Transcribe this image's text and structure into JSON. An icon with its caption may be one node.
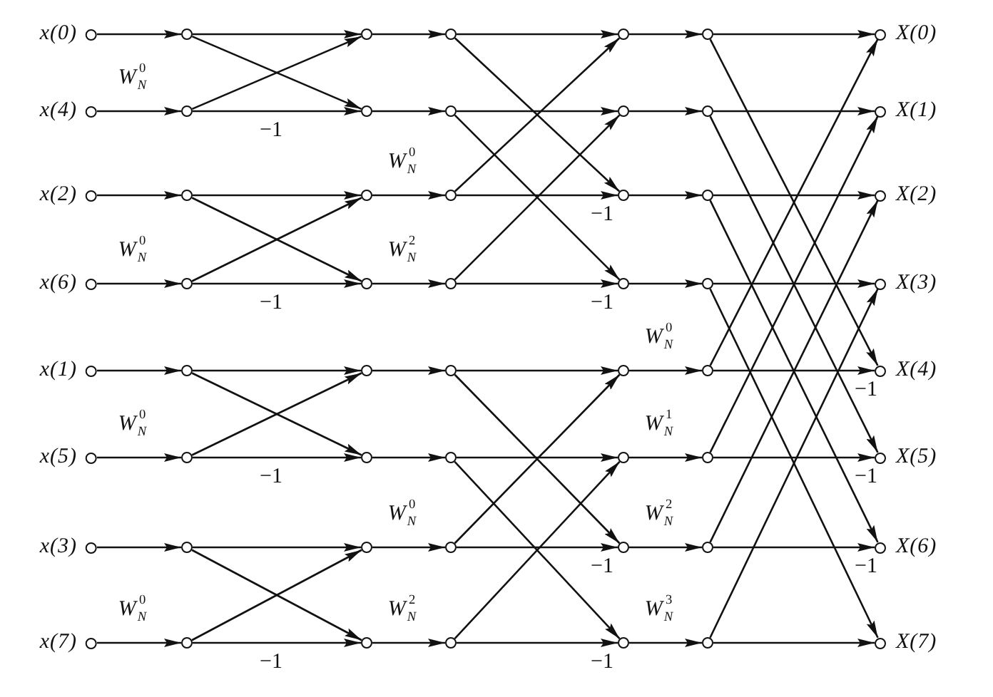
{
  "diagram": {
    "nodes": [
      {
        "text": [
          "x(0)"
        ]
      },
      {
        "text": [
          "x(4)"
        ]
      },
      {
        "text": [
          "x(2)"
        ]
      },
      {
        "text": [
          "x(6)"
        ]
      },
      {
        "text": [
          "x(1)"
        ]
      },
      {
        "text": [
          "x(5)"
        ]
      },
      {
        "text": [
          "x(3)"
        ]
      },
      {
        "text": [
          "x(7)"
        ]
      },
      {
        "text": [],
        "shape": "circle"
      },
      {
        "text": [],
        "shape": "circle"
      },
      {
        "text": [],
        "shape": "circle"
      },
      {
        "text": [],
        "shape": "circle"
      },
      {
        "text": [],
        "shape": "circle"
      },
      {
        "text": [],
        "shape": "circle"
      },
      {
        "text": [],
        "shape": "circle"
      },
      {
        "text": [],
        "shape": "circle"
      },
      {
        "text": [],
        "shape": "circle"
      },
      {
        "text": [],
        "shape": "circle"
      },
      {
        "text": [],
        "shape": "circle"
      },
      {
        "text": [],
        "shape": "circle"
      },
      {
        "text": [],
        "shape": "circle"
      },
      {
        "text": [],
        "shape": "circle"
      },
      {
        "text": [],
        "shape": "circle"
      },
      {
        "text": [],
        "shape": "circle"
      },
      {
        "text": [],
        "shape": "circle"
      },
      {
        "text": [],
        "shape": "circle"
      },
      {
        "text": [],
        "shape": "circle"
      },
      {
        "text": [],
        "shape": "circle"
      },
      {
        "text": [],
        "shape": "circle"
      },
      {
        "text": [],
        "shape": "circle"
      },
      {
        "text": [],
        "shape": "circle"
      },
      {
        "text": [],
        "shape": "circle"
      },
      {
        "text": [],
        "shape": "circle"
      },
      {
        "text": [],
        "shape": "circle"
      },
      {
        "text": [],
        "shape": "circle"
      },
      {
        "text": [],
        "shape": "circle"
      },
      {
        "text": [],
        "shape": "circle"
      },
      {
        "text": [],
        "shape": "circle"
      },
      {
        "text": [],
        "shape": "circle"
      },
      {
        "text": [],
        "shape": "circle"
      },
      {
        "text": [],
        "shape": "circle"
      },
      {
        "text": [],
        "shape": "circle"
      },
      {
        "text": [],
        "shape": "circle"
      },
      {
        "text": [],
        "shape": "circle"
      },
      {
        "text": [],
        "shape": "circle"
      },
      {
        "text": [],
        "shape": "circle"
      },
      {
        "text": [],
        "shape": "circle"
      },
      {
        "text": [],
        "shape": "circle"
      },
      {
        "text": [
          "X(0)"
        ]
      },
      {
        "text": [
          "X(1)"
        ]
      },
      {
        "text": [
          "X(2)"
        ]
      },
      {
        "text": [
          "X(3)"
        ]
      },
      {
        "text": [
          "X(4)"
        ]
      },
      {
        "text": [
          "X(5)"
        ]
      },
      {
        "text": [
          "X(6)"
        ]
      },
      {
        "text": [
          "X(7)"
        ]
      }
    ],
    "edges": [
      {
        "from": 0,
        "to": 8,
        "arrow": "to"
      },
      {
        "from": 1,
        "to": 9,
        "arrow": "to",
        "label": "W$_{N}$$^{0}$"
      },
      {
        "from": 2,
        "to": 10,
        "arrow": "to"
      },
      {
        "from": 3,
        "to": 11,
        "arrow": "to",
        "label": "W$_{N}$$^{0}$"
      },
      {
        "from": 4,
        "to": 12,
        "arrow": "to"
      },
      {
        "from": 5,
        "to": 13,
        "arrow": "to",
        "label": "W$_{N}$$^{0}$"
      },
      {
        "from": 6,
        "to": 14,
        "arrow": "to"
      },
      {
        "from": 7,
        "to": 15,
        "arrow": "to",
        "label": "W$_{N}$$^{0}$"
      },
      {
        "from": 8,
        "to": 16,
        "arrow": "to"
      },
      {
        "from": 8,
        "to": 17,
        "arrow": "to"
      },
      {
        "from": 9,
        "to": 16,
        "arrow": "to"
      },
      {
        "from": 9,
        "to": 17,
        "arrow": "to",
        "label": "−1"
      },
      {
        "from": 10,
        "to": 18,
        "arrow": "to"
      },
      {
        "from": 10,
        "to": 19,
        "arrow": "to"
      },
      {
        "from": 11,
        "to": 18,
        "arrow": "to"
      },
      {
        "from": 11,
        "to": 19,
        "arrow": "to",
        "label": "−1"
      },
      {
        "from": 12,
        "to": 20,
        "arrow": "to"
      },
      {
        "from": 12,
        "to": 21,
        "arrow": "to"
      },
      {
        "from": 13,
        "to": 20,
        "arrow": "to"
      },
      {
        "from": 13,
        "to": 21,
        "arrow": "to",
        "label": "−1"
      },
      {
        "from": 14,
        "to": 22,
        "arrow": "to"
      },
      {
        "from": 14,
        "to": 23,
        "arrow": "to"
      },
      {
        "from": 15,
        "to": 22,
        "arrow": "to"
      },
      {
        "from": 15,
        "to": 23,
        "arrow": "to",
        "label": "−1"
      },
      {
        "from": 16,
        "to": 24,
        "arrow": "to"
      },
      {
        "from": 17,
        "to": 25,
        "arrow": "to"
      },
      {
        "from": 18,
        "to": 26,
        "arrow": "to",
        "label": "W$_{N}$$^{0}$"
      },
      {
        "from": 19,
        "to": 27,
        "arrow": "to",
        "label": "W$_{N}$$^{2}$"
      },
      {
        "from": 20,
        "to": 28,
        "arrow": "to"
      },
      {
        "from": 21,
        "to": 29,
        "arrow": "to"
      },
      {
        "from": 22,
        "to": 30,
        "arrow": "to",
        "label": "W$_{N}$$^{0}$"
      },
      {
        "from": 23,
        "to": 31,
        "arrow": "to",
        "label": "W$_{N}$$^{2}$"
      },
      {
        "from": 24,
        "to": 32,
        "arrow": "to"
      },
      {
        "from": 24,
        "to": 34,
        "arrow": "to"
      },
      {
        "from": 26,
        "to": 32,
        "arrow": "to"
      },
      {
        "from": 26,
        "to": 34,
        "arrow": "to",
        "label": "−1"
      },
      {
        "from": 25,
        "to": 33,
        "arrow": "to"
      },
      {
        "from": 25,
        "to": 35,
        "arrow": "to"
      },
      {
        "from": 27,
        "to": 33,
        "arrow": "to"
      },
      {
        "from": 27,
        "to": 35,
        "arrow": "to",
        "label": "−1"
      },
      {
        "from": 28,
        "to": 36,
        "arrow": "to"
      },
      {
        "from": 28,
        "to": 38,
        "arrow": "to"
      },
      {
        "from": 30,
        "to": 36,
        "arrow": "to"
      },
      {
        "from": 30,
        "to": 38,
        "arrow": "to",
        "label": "−1"
      },
      {
        "from": 29,
        "to": 37,
        "arrow": "to"
      },
      {
        "from": 29,
        "to": 39,
        "arrow": "to"
      },
      {
        "from": 31,
        "to": 37,
        "arrow": "to"
      },
      {
        "from": 31,
        "to": 39,
        "arrow": "to",
        "label": "−1"
      },
      {
        "from": 32,
        "to": 40,
        "arrow": "to"
      },
      {
        "from": 33,
        "to": 41,
        "arrow": "to"
      },
      {
        "from": 34,
        "to": 42,
        "arrow": "to"
      },
      {
        "from": 35,
        "to": 43,
        "arrow": "to"
      },
      {
        "from": 36,
        "to": 44,
        "arrow": "to",
        "label": "W$_{N}$$^{0}$"
      },
      {
        "from": 37,
        "to": 45,
        "arrow": "to",
        "label": "W$_{N}$$^{1}$"
      },
      {
        "from": 38,
        "to": 46,
        "arrow": "to",
        "label": "W$_{N}$$^{2}$"
      },
      {
        "from": 39,
        "to": 47,
        "arrow": "to",
        "label": "W$_{N}$$^{3}$"
      },
      {
        "from": 40,
        "to": 48,
        "arrow": "to"
      },
      {
        "from": 40,
        "to": 52,
        "arrow": "to"
      },
      {
        "from": 44,
        "to": 48,
        "arrow": "to"
      },
      {
        "from": 44,
        "to": 52,
        "arrow": "to",
        "label": "−1"
      },
      {
        "from": 41,
        "to": 49,
        "arrow": "to"
      },
      {
        "from": 41,
        "to": 53,
        "arrow": "to"
      },
      {
        "from": 45,
        "to": 49,
        "arrow": "to"
      },
      {
        "from": 45,
        "to": 53,
        "arrow": "to",
        "label": "−1"
      },
      {
        "from": 42,
        "to": 50,
        "arrow": "to"
      },
      {
        "from": 42,
        "to": 54,
        "arrow": "to"
      },
      {
        "from": 46,
        "to": 50,
        "arrow": "to"
      },
      {
        "from": 46,
        "to": 54,
        "arrow": "to",
        "label": "−1"
      },
      {
        "from": 43,
        "to": 51,
        "arrow": "to"
      },
      {
        "from": 43,
        "to": 55,
        "arrow": "to"
      },
      {
        "from": 47,
        "to": 51,
        "arrow": "to"
      },
      {
        "from": 47,
        "to": 55,
        "arrow": "to"
      }
    ]
  }
}
